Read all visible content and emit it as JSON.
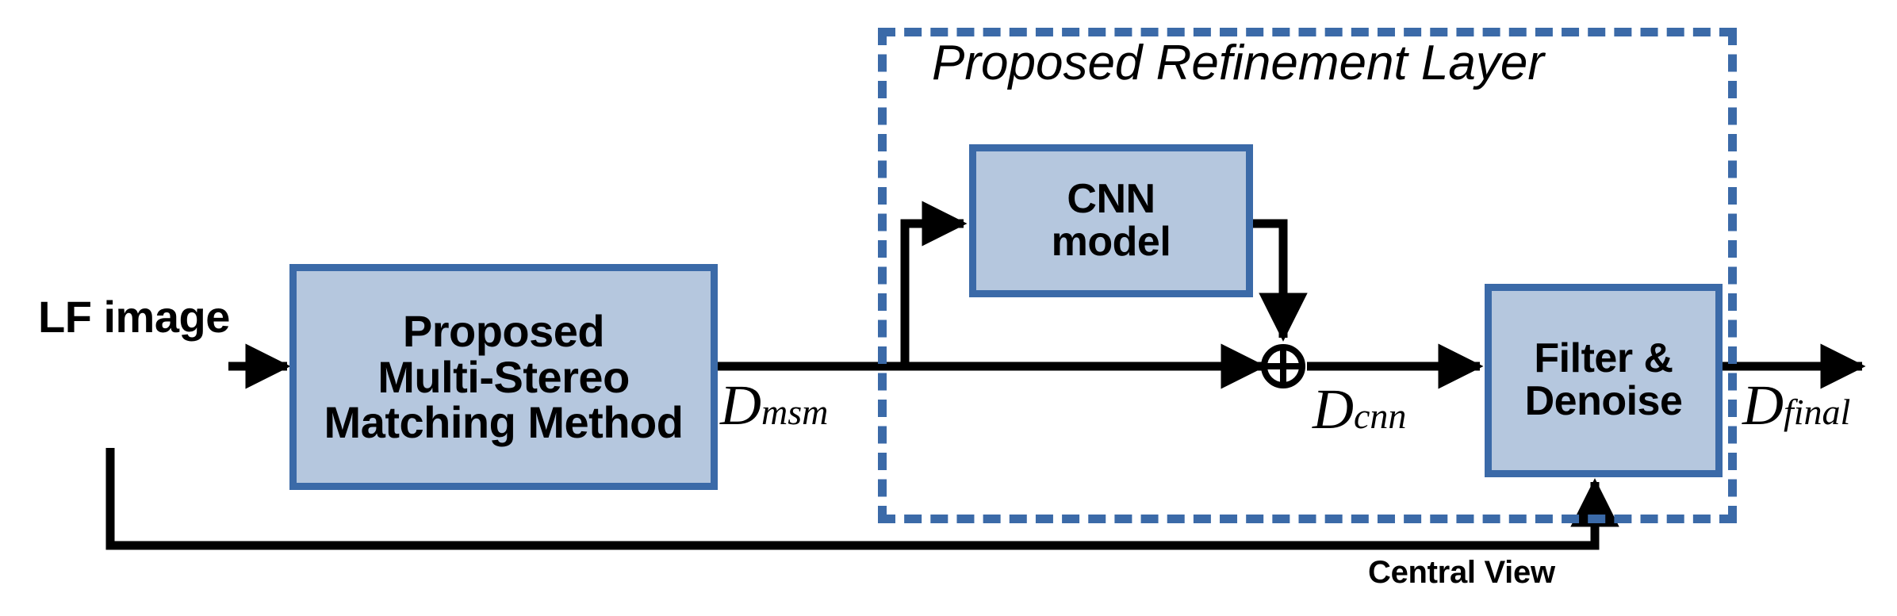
{
  "diagram": {
    "title": "Proposed Refinement Layer pipeline",
    "type": "block-flow-diagram",
    "colors": {
      "node_fill": "#b5c7de",
      "node_border": "#3b6aa8",
      "dashed_border": "#3b6aa8",
      "wire": "#000000",
      "background": "#ffffff",
      "text": "#000000"
    }
  },
  "input": {
    "label_line1": "LF",
    "label_line2": "image"
  },
  "nodes": {
    "msm": {
      "line1": "Proposed",
      "line2": "Multi-Stereo",
      "line3": "Matching Method"
    },
    "cnn": {
      "line1": "CNN",
      "line2": "model"
    },
    "filter": {
      "line1": "Filter &",
      "line2": "Denoise"
    }
  },
  "group": {
    "label": "Proposed Refinement Layer"
  },
  "signals": {
    "d_msm": {
      "base": "D",
      "sub": "msm"
    },
    "d_cnn": {
      "base": "D",
      "sub": "cnn"
    },
    "d_final": {
      "base": "D",
      "sub": "final"
    }
  },
  "feedback": {
    "label": "Central View"
  },
  "operators": {
    "sum": {
      "glyph": "plus-circle",
      "name": "addition"
    }
  }
}
